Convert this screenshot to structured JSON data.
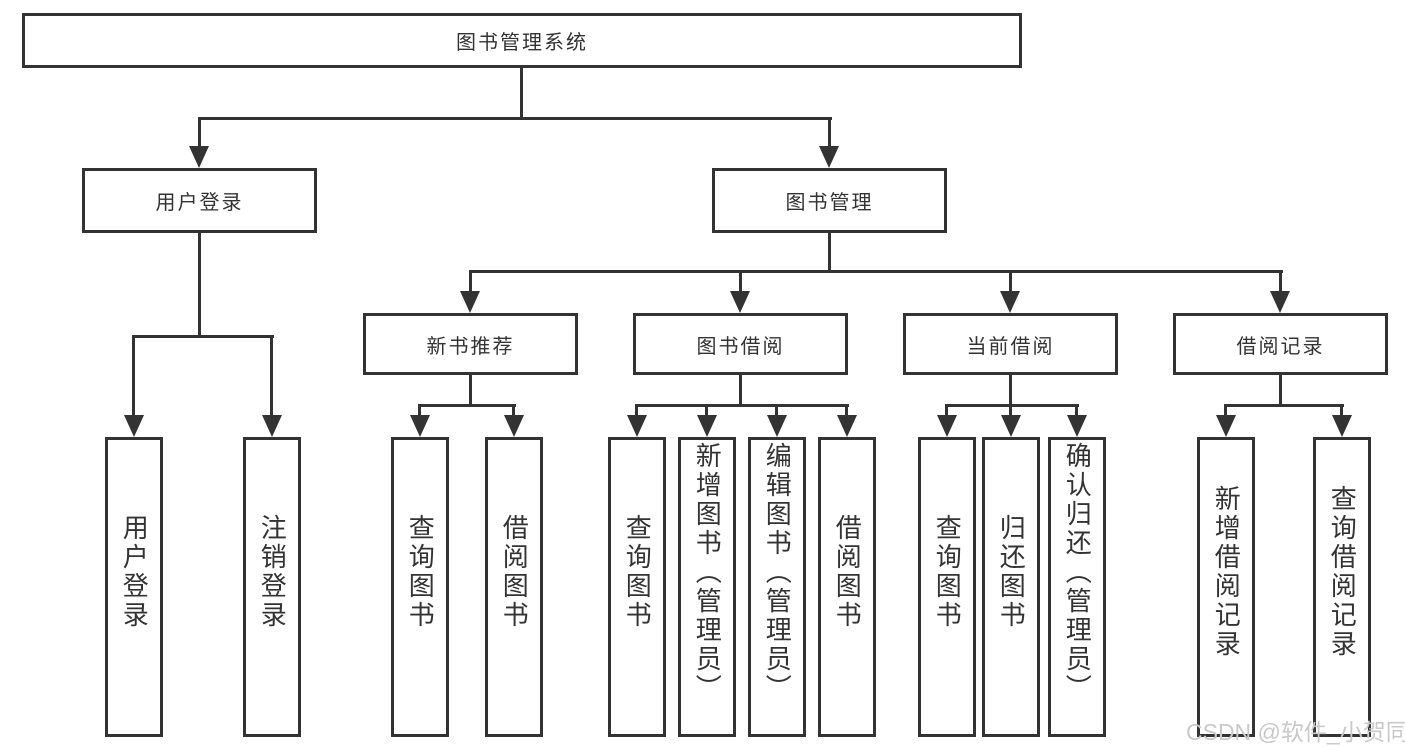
{
  "root_label": "图书管理系统",
  "nodes": {
    "user_login": "用户登录",
    "book_mgmt": "图书管理",
    "new_books": "新书推荐",
    "book_borrow": "图书借阅",
    "current_borrow": "当前借阅",
    "borrow_records": "借阅记录"
  },
  "leaves": {
    "user_login": [
      "用户登录",
      "注销登录"
    ],
    "new_books": [
      "查询图书",
      "借阅图书"
    ],
    "book_borrow": [
      "查询图书",
      "新增图书（管理员）",
      "编辑图书（管理员）",
      "借阅图书"
    ],
    "current_borrow": [
      "查询图书",
      "归还图书",
      "确认归还（管理员）"
    ],
    "borrow_records": [
      "新增借阅记录",
      "查询借阅记录"
    ]
  },
  "watermark": "CSDN @软件_小贺同学",
  "colors": {
    "line": "#333333",
    "text": "#333333",
    "watermark": "#c9c9c9",
    "bg": "#ffffff"
  }
}
